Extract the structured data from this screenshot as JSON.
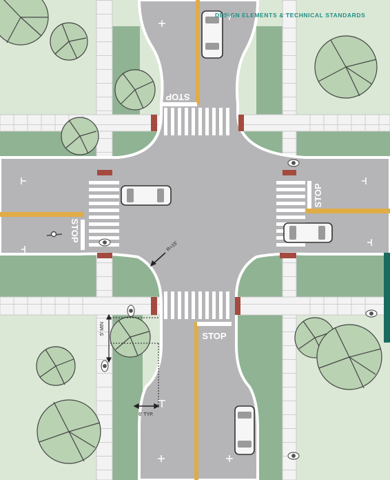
{
  "header": {
    "title": "DESIGN ELEMENTS & TECHNICAL STANDARDS"
  },
  "diagram": {
    "stop_labels": [
      "STOP",
      "STOP",
      "STOP",
      "STOP"
    ],
    "radius_label": "R=15'",
    "buffer_label": "5' MIN",
    "spacing_label": "6' TYP."
  },
  "colors": {
    "grass": "#dbe8d6",
    "buffer": "#8fb393",
    "road": "#b5b5b8",
    "sidewalk": "#e9e9e9",
    "centerline": "#e0ac45",
    "ramp": "#a44a3f",
    "accent": "#1f8f86"
  }
}
